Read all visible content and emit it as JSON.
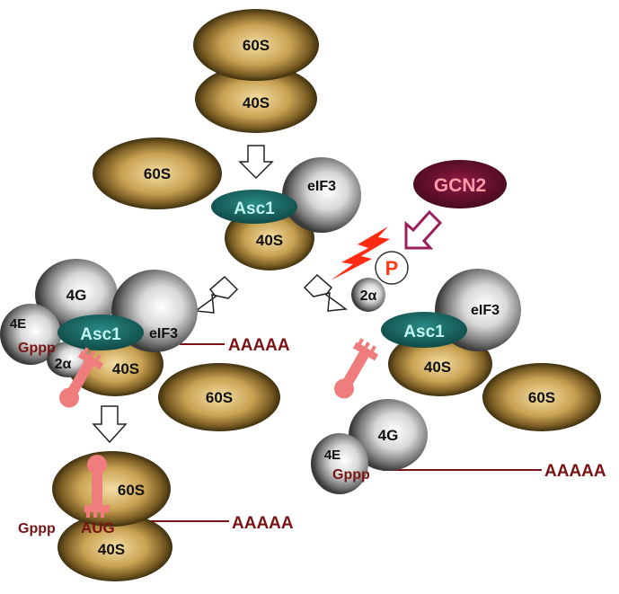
{
  "colors": {
    "ribosome_light": "#f1d99a",
    "ribosome_mid": "#b0893f",
    "ribosome_dark": "#4a3913",
    "factor_light": "#ffffff",
    "factor_dark": "#3a3a3a",
    "asc1": "#1c6b67",
    "asc1_text": "#bff5ee",
    "gcn2_fill": "#6d1030",
    "gcn2_text": "#ff9aa8",
    "mrna_line": "#7a1414",
    "trna": "#f07d7d",
    "bolt": "#ff2a12",
    "arrow_magenta": "#9a1f5a"
  },
  "labels": {
    "s60": "60S",
    "s40": "40S",
    "eif3": "eIF3",
    "asc1": "Asc1",
    "gcn2": "GCN2",
    "p": "P",
    "two_alpha": "2α",
    "eif4g": "4G",
    "eif4e": "4E",
    "gppp": "Gppp",
    "aug": "AUG",
    "polyA": "AAAAA"
  }
}
